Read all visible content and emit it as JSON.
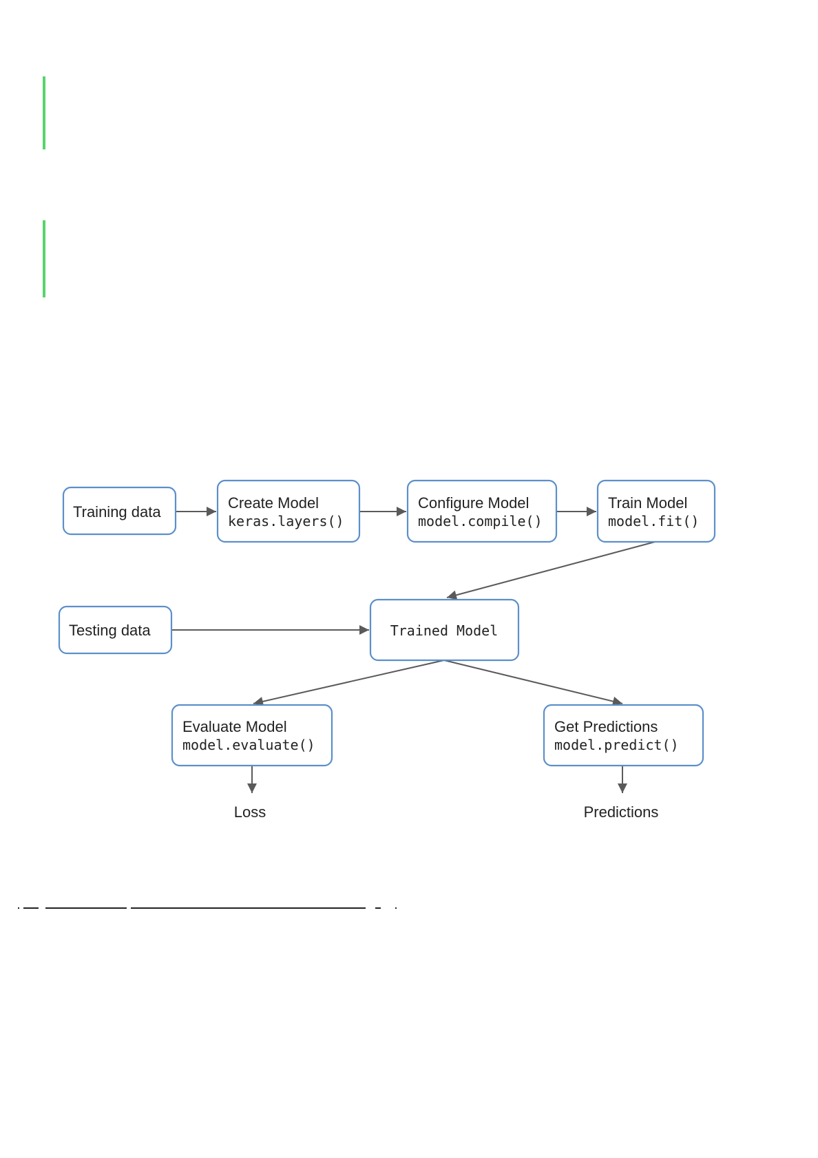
{
  "diagram": {
    "nodes": {
      "training_data": {
        "title": "Training data"
      },
      "create_model": {
        "title": "Create Model",
        "code": "keras.layers()"
      },
      "configure_model": {
        "title": "Configure Model",
        "code": "model.compile()"
      },
      "train_model": {
        "title": "Train Model",
        "code": "model.fit()"
      },
      "testing_data": {
        "title": "Testing data"
      },
      "trained_model": {
        "code": "Trained Model"
      },
      "evaluate_model": {
        "title": "Evaluate Model",
        "code": "model.evaluate()"
      },
      "get_predictions": {
        "title": "Get Predictions",
        "code": "model.predict()"
      }
    },
    "outputs": {
      "loss": "Loss",
      "predictions": "Predictions"
    }
  },
  "colors": {
    "accent_bar": "#58d36a",
    "node_border": "#5b8fc9",
    "arrow": "#5a5a5a"
  }
}
